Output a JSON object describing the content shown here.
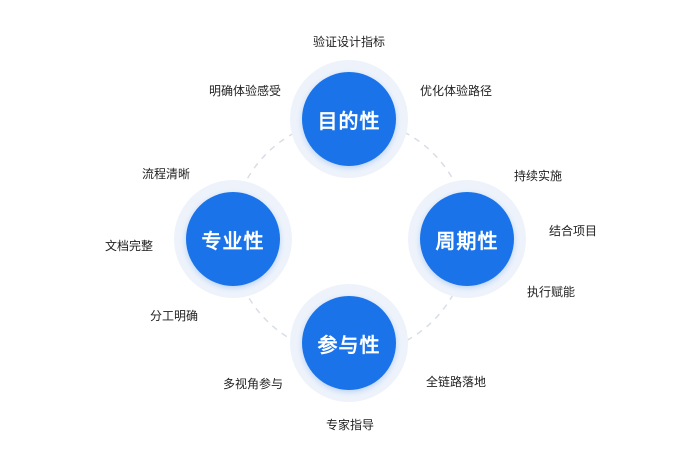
{
  "colors": {
    "accent": "#1a73e8",
    "halo": "#eef3fb",
    "text": "#222222",
    "dashed": "#d8dde6"
  },
  "nodes": {
    "top": "目的性",
    "left": "专业性",
    "right": "周期性",
    "bottom": "参与性"
  },
  "labels": {
    "top_center": "验证设计指标",
    "top_left": "明确体验感受",
    "top_right": "优化体验路径",
    "left_top": "流程清晰",
    "left_middle": "文档完整",
    "left_bottom": "分工明确",
    "right_top": "持续实施",
    "right_middle": "结合项目",
    "right_bottom": "执行赋能",
    "bottom_left": "多视角参与",
    "bottom_right": "全链路落地",
    "bottom_center": "专家指导"
  }
}
